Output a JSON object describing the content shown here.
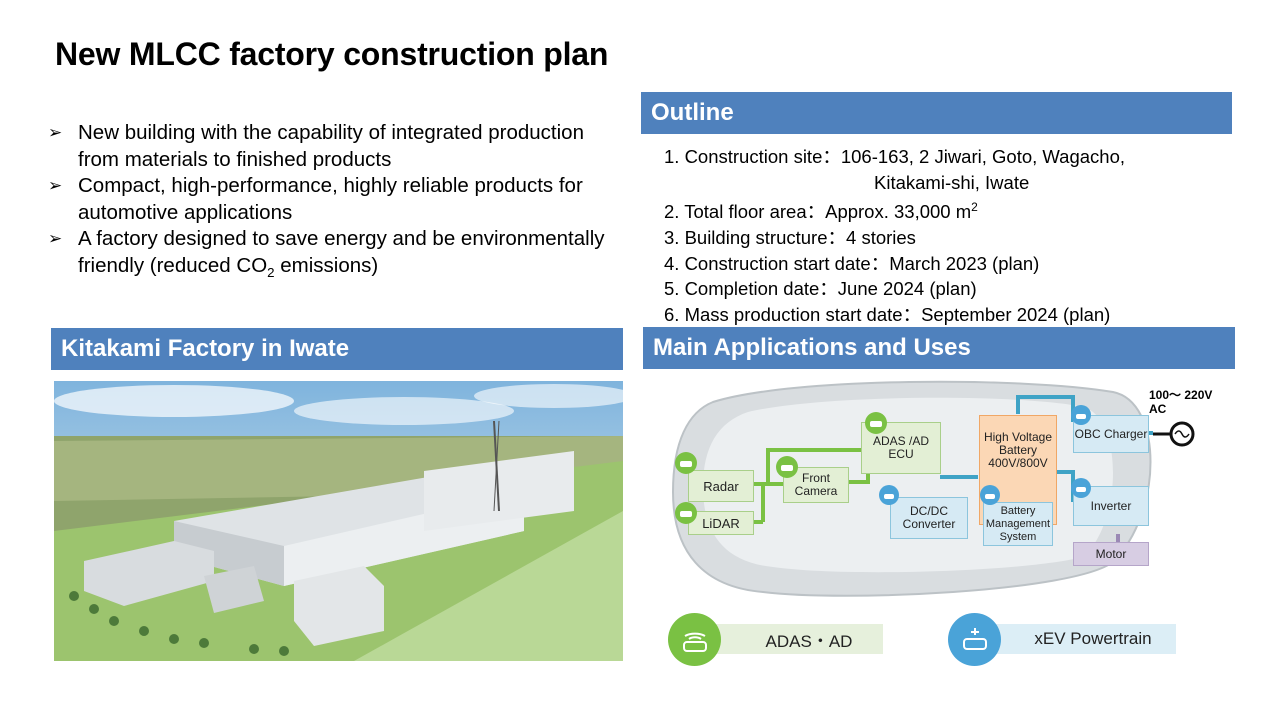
{
  "slide": {
    "title": "New MLCC factory construction plan"
  },
  "bullets": [
    {
      "text": "New building with the capability of integrated production from materials to finished products"
    },
    {
      "text": "Compact, high-performance, highly reliable products for automotive applications"
    },
    {
      "text_before": "A factory designed to save energy and be environmentally friendly (reduced CO",
      "sub": "2",
      "text_after": " emissions)"
    }
  ],
  "bullet_marker": "➢",
  "outline": {
    "header": "Outline",
    "items": [
      {
        "label": "1. Construction site：",
        "value": "106-163, 2 Jiwari, Goto, Wagacho,",
        "value2": "Kitakami-shi, Iwate"
      },
      {
        "label": "2. Total floor area：",
        "value": "Approx. 33,000 m",
        "sup": "2"
      },
      {
        "label": "3. Building structure：",
        "value": "4 stories"
      },
      {
        "label": "4. Construction start date：",
        "value": "March 2023 (plan)"
      },
      {
        "label": "5. Completion date：",
        "value": "June 2024 (plan)"
      },
      {
        "label": "6. Mass production start date：",
        "value": "September 2024 (plan)"
      }
    ]
  },
  "factory": {
    "header": "Kitakami Factory in Iwate"
  },
  "applications": {
    "header": "Main Applications and Uses",
    "boxes": {
      "radar": "Radar",
      "lidar": "LiDAR",
      "front_camera": "Front Camera",
      "adas_ecu": "ADAS /AD ECU",
      "dcdc": "DC/DC Converter",
      "hv_battery": "High Voltage Battery 400V/800V",
      "bms": "Battery Management System",
      "obc": "OBC Charger",
      "inverter": "Inverter",
      "motor": "Motor",
      "ac_input": "100～ 220V AC"
    },
    "legend": {
      "adas": "ADAS・AD",
      "xev": "xEV Powertrain"
    },
    "colors": {
      "adas_green": "#7ac143",
      "xev_blue": "#4aa3d8",
      "bar_blue": "#4f81bd"
    }
  }
}
